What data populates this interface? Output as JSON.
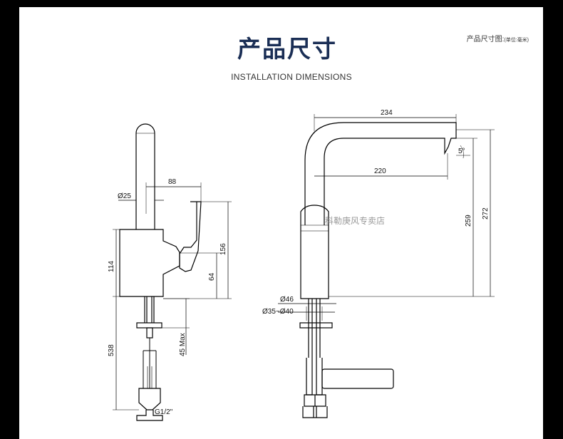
{
  "header": {
    "title": "产品尺寸",
    "subtitle": "INSTALLATION DIMENSIONS",
    "unit_note_main": "产品尺寸图:",
    "unit_note_sub": "(单位:毫米)"
  },
  "watermark": "科勒庚风专卖店",
  "side_view": {
    "pipe_diameter": "Ø25",
    "handle_reach": "88",
    "body_height": "114",
    "handle_height": "156",
    "handle_base": "64",
    "below_deck": "538",
    "deck_max": "45 Max",
    "thread": "G1/2\""
  },
  "front_view": {
    "total_reach": "234",
    "angle": "5°",
    "spout_reach": "220",
    "spout_height": "259",
    "total_height": "272",
    "base_diameter": "Ø46",
    "hole_diameter": "Ø35~Ø40"
  }
}
